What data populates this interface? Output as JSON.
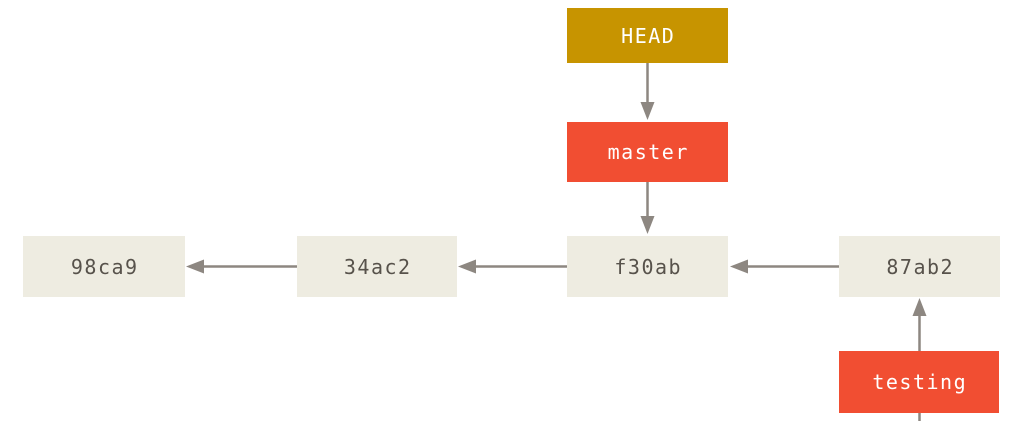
{
  "head": {
    "label": "HEAD"
  },
  "branches": [
    {
      "name": "master"
    },
    {
      "name": "testing"
    }
  ],
  "commits": [
    {
      "id": "98ca9"
    },
    {
      "id": "34ac2"
    },
    {
      "id": "f30ab"
    },
    {
      "id": "87ab2"
    }
  ],
  "edges": [
    {
      "from": "HEAD",
      "to": "master",
      "type": "pointer",
      "direction": "down"
    },
    {
      "from": "master",
      "to": "f30ab",
      "type": "pointer",
      "direction": "down"
    },
    {
      "from": "34ac2",
      "to": "98ca9",
      "type": "parent",
      "direction": "left"
    },
    {
      "from": "f30ab",
      "to": "34ac2",
      "type": "parent",
      "direction": "left"
    },
    {
      "from": "87ab2",
      "to": "f30ab",
      "type": "parent",
      "direction": "left"
    },
    {
      "from": "testing",
      "to": "87ab2",
      "type": "pointer",
      "direction": "up"
    }
  ],
  "colors": {
    "head_bg": "#c79400",
    "branch_bg": "#f14e32",
    "commit_bg": "#eeece1",
    "commit_text": "#57524b",
    "label_text": "#ffffff",
    "arrow": "#8d8781",
    "background": "#ffffff"
  }
}
